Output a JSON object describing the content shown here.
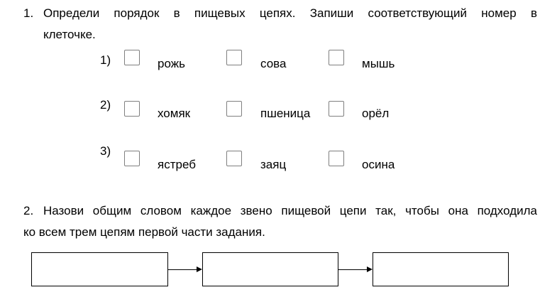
{
  "task1": {
    "number": "1.",
    "text_line1": "Определи порядок в пищевых цепях. Запиши соответствующий номер в",
    "text_line2": "клеточке.",
    "rows": [
      {
        "label": "1)",
        "words": [
          "рожь",
          "сова",
          "мышь"
        ]
      },
      {
        "label": "2)",
        "words": [
          "хомяк",
          "пшеница",
          "орёл"
        ]
      },
      {
        "label": "3)",
        "words": [
          "ястреб",
          "заяц",
          "осина"
        ]
      }
    ]
  },
  "task2": {
    "number": "2.",
    "text_line1": "Назови общим словом каждое звено пищевой цепи так, чтобы она подходила",
    "text_line2": "ко всем трем цепям первой части задания."
  }
}
